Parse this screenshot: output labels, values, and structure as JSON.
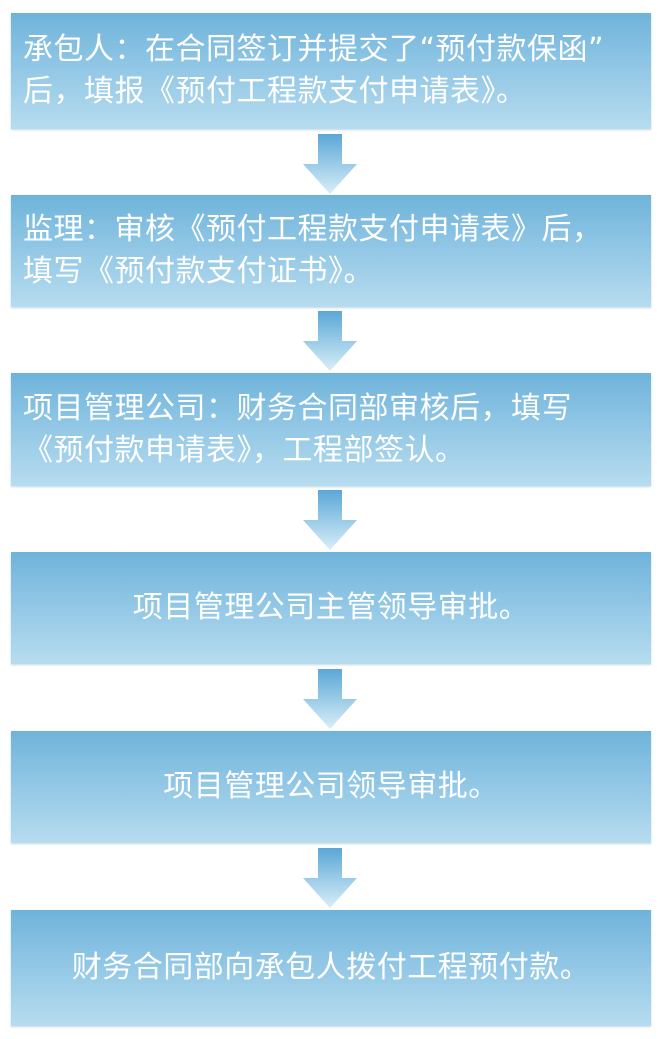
{
  "colors": {
    "box_top": "#6fb3da",
    "box_bottom": "#b7dcef",
    "arrow_top": "#5aa7d6",
    "arrow_bottom": "#d9eef8",
    "text": "#ffffff"
  },
  "steps": [
    {
      "line1": "承包人：在合同签订并提交了“预付款保函”",
      "line2": "后，填报《预付工程款支付申请表》。"
    },
    {
      "line1": "监理：审核《预付工程款支付申请表》后，",
      "line2": "填写《预付款支付证书》。"
    },
    {
      "line1": "项目管理公司：财务合同部审核后，填写",
      "line2": "《预付款申请表》，工程部签认。"
    },
    {
      "line1": "项目管理公司主管领导审批。"
    },
    {
      "line1": "项目管理公司领导审批。"
    },
    {
      "line1": "财务合同部向承包人拨付工程预付款。"
    }
  ],
  "arrow_icon": "down-arrow-icon"
}
